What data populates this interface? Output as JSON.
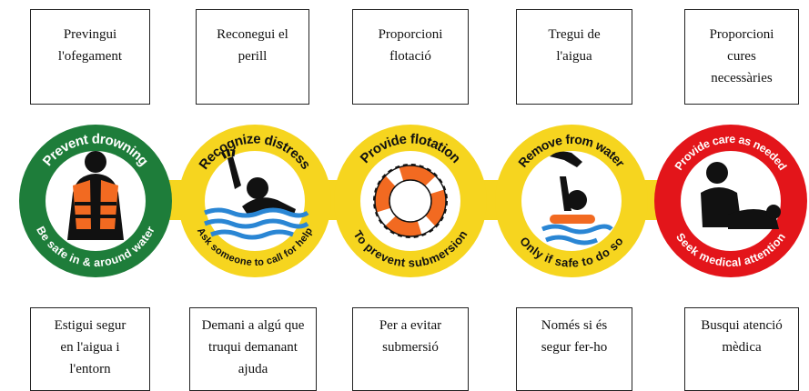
{
  "steps": [
    {
      "top_label": "Previngui\nl'ofegament",
      "bottom_label": "Estigui segur\nen l'aigua  i\nl'entorn",
      "ring_top": "Prevent drowning",
      "ring_bottom": "Be safe in & around water",
      "icon": "life-jacket-icon",
      "ring_color": "#1e7d3a",
      "text_color": "#ffffff"
    },
    {
      "top_label": "Reconegui el\nperill",
      "bottom_label": "Demani  a algú que\ntruqui demanant\najuda",
      "ring_top": "Recognize distress",
      "ring_bottom": "Ask someone to call for help",
      "icon": "drowning-person-icon",
      "ring_color": "#f6d51f",
      "text_color": "#111111"
    },
    {
      "top_label": "Proporcioni\nflotació",
      "bottom_label": "Per a evitar\nsubmersió",
      "ring_top": "Provide flotation",
      "ring_bottom": "To prevent submersion",
      "icon": "lifebuoy-icon",
      "ring_color": "#f6d51f",
      "text_color": "#111111"
    },
    {
      "top_label": "Tregui de\nl'aigua",
      "bottom_label": "Només si és\nsegur fer-ho",
      "ring_top": "Remove from water",
      "ring_bottom": "Only if safe to do so",
      "icon": "rescue-from-water-icon",
      "ring_color": "#f6d51f",
      "text_color": "#111111"
    },
    {
      "top_label": "Proporcioni\ncures\nnecessàries",
      "bottom_label": "Busqui atenció\nmèdica",
      "ring_top": "Provide care as needed",
      "ring_bottom": "Seek medical attention",
      "icon": "medical-care-icon",
      "ring_color": "#e3151a",
      "text_color": "#ffffff"
    }
  ]
}
